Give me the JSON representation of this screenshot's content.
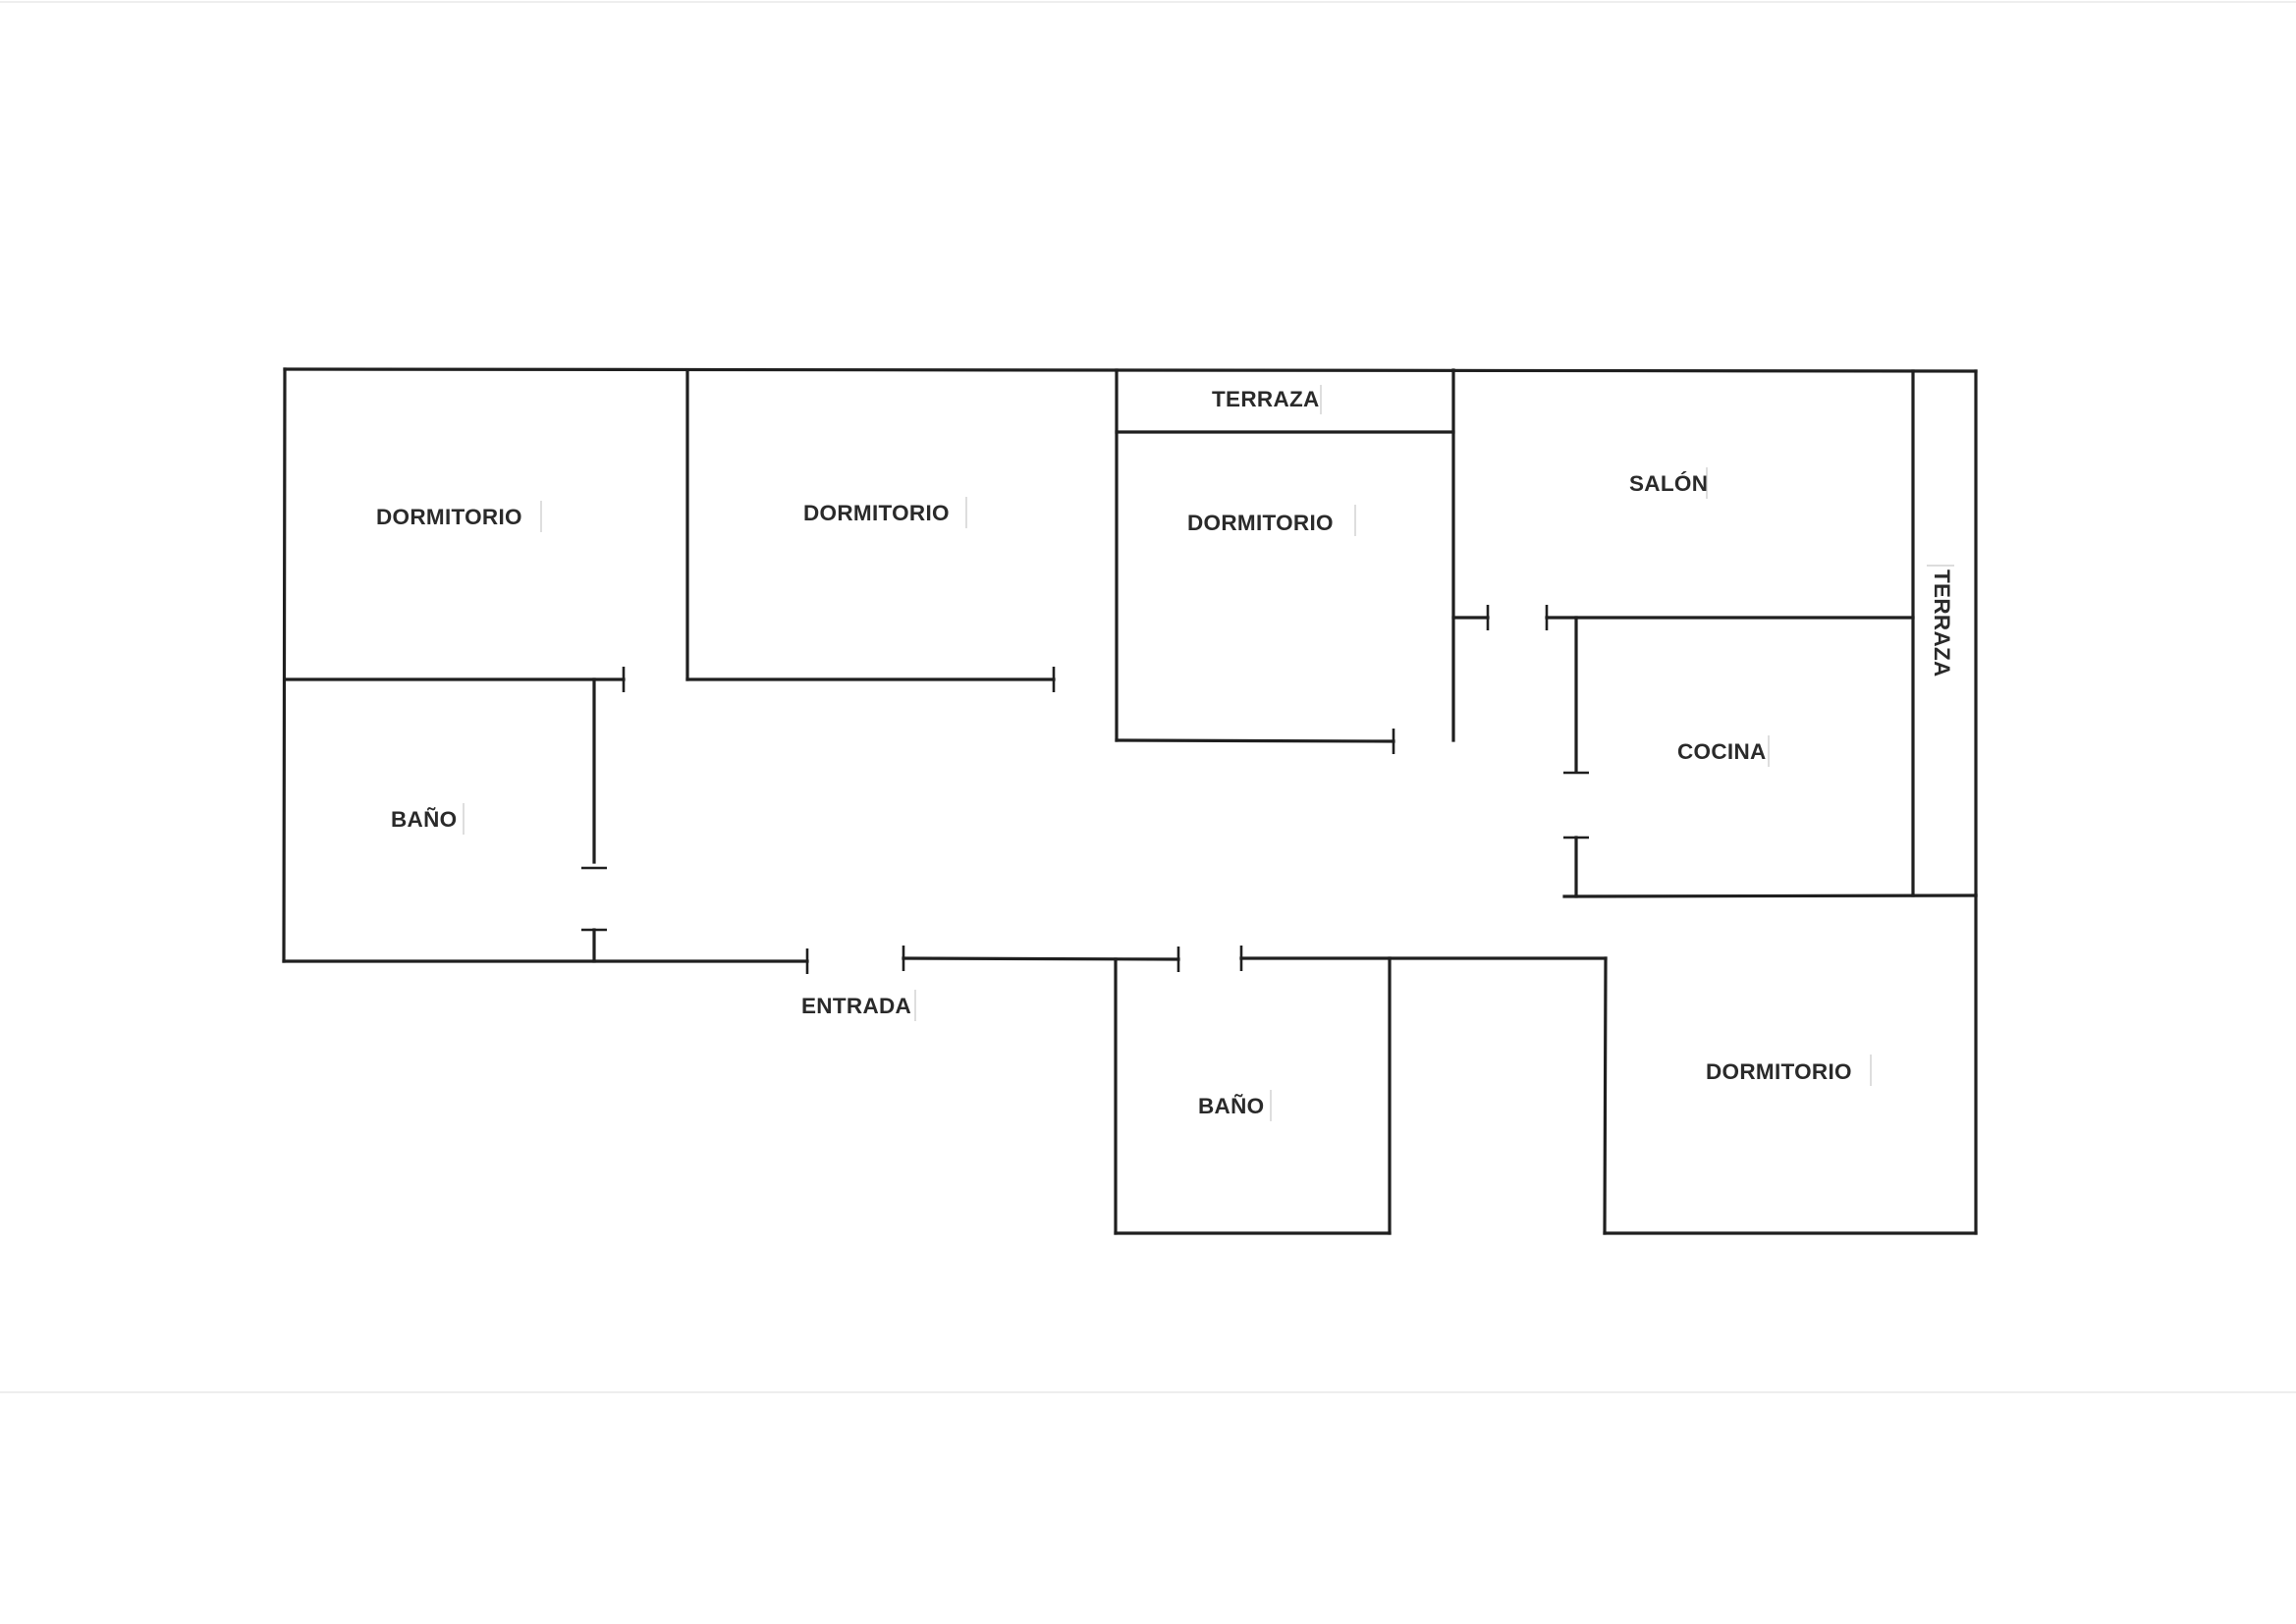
{
  "rooms": [
    {
      "id": "dormitorio_1",
      "label": "DORMITORIO"
    },
    {
      "id": "dormitorio_2",
      "label": "DORMITORIO"
    },
    {
      "id": "terraza_top",
      "label": "TERRAZA"
    },
    {
      "id": "dormitorio_3",
      "label": "DORMITORIO"
    },
    {
      "id": "salon",
      "label": "SALÓN"
    },
    {
      "id": "terraza_side",
      "label": "TERRAZA"
    },
    {
      "id": "bano_1",
      "label": "BAÑO"
    },
    {
      "id": "cocina",
      "label": "COCINA"
    },
    {
      "id": "entrada",
      "label": "ENTRADA"
    },
    {
      "id": "bano_2",
      "label": "BAÑO"
    },
    {
      "id": "dormitorio_4",
      "label": "DORMITORIO"
    }
  ]
}
